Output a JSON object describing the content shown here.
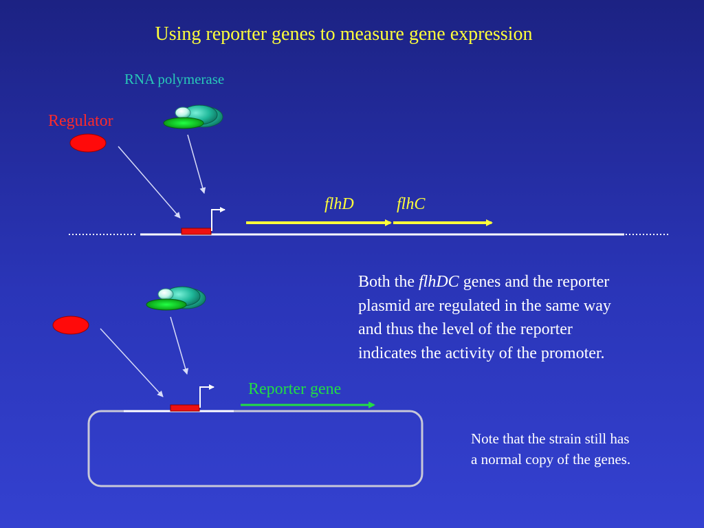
{
  "slide": {
    "title": "Using reporter genes to measure gene expression"
  },
  "labels": {
    "rna_polymerase": "RNA polymerase",
    "regulator": "Regulator",
    "gene_flhd": "flhD",
    "gene_flhc": "flhC",
    "reporter_gene": "Reporter gene"
  },
  "text": {
    "main_paragraph": {
      "line1_prefix": "Both the ",
      "line1_italic": "flhDC",
      "line1_suffix": " genes and the reporter",
      "line2": "plasmid are regulated in the same way",
      "line3": "and thus the level of the reporter",
      "line4": "indicates the activity of the promoter."
    },
    "note": {
      "line1": "Note that the strain still has",
      "line2": "a normal copy of the genes."
    }
  },
  "colors": {
    "title": "#ffff3a",
    "rna_polymerase_label": "#28c8b8",
    "regulator": "#ff2a2a",
    "gene_arrow": "#ffff3a",
    "reporter_arrow": "#22dd44",
    "dna": "#ffffff",
    "plasmid_outline": "#c8c8d8",
    "promoter": "#ee1111"
  },
  "icons": {
    "regulator_shape": "red-ellipse-icon",
    "polymerase_shape": "green-enzyme-icon",
    "promoter_shape": "red-box-icon",
    "transcription_start": "bent-arrow-icon"
  }
}
